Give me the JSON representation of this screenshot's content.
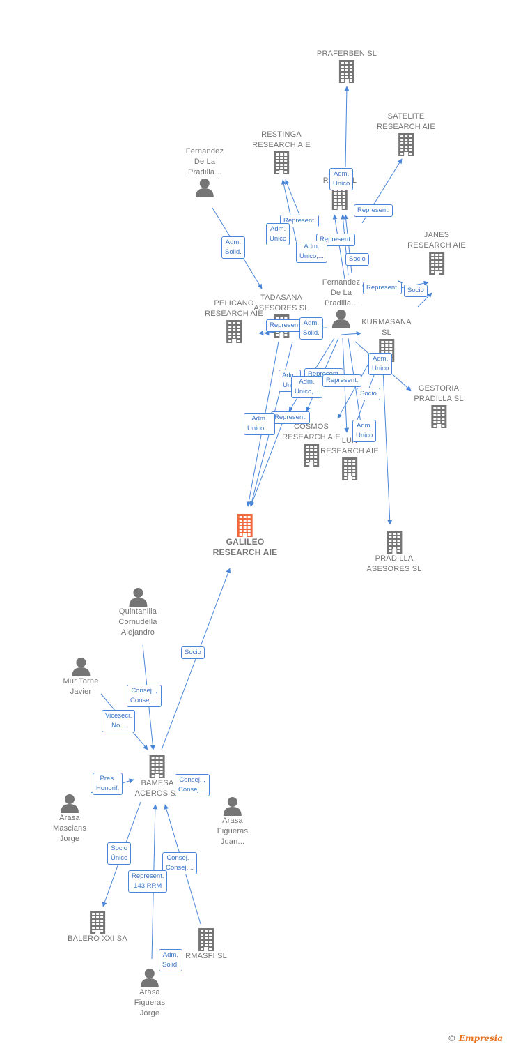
{
  "colors": {
    "edge": "#4a86d8",
    "icon": "#757575",
    "focus": "#f26a3c"
  },
  "nodes": [
    {
      "id": "praferben",
      "kind": "company",
      "label": "PRAFERBEN SL",
      "icon": "building-icon"
    },
    {
      "id": "satelite",
      "kind": "company",
      "label": "SATELITE\nRESEARCH AIE",
      "icon": "building-icon"
    },
    {
      "id": "restinga",
      "kind": "company",
      "label": "RESTINGA\nRESEARCH AIE",
      "icon": "building-icon"
    },
    {
      "id": "fernandez1",
      "kind": "person",
      "label": "Fernandez\nDe La\nPradilla...",
      "icon": "person-icon"
    },
    {
      "id": "rese_srl",
      "kind": "company",
      "label": "RESE     RL",
      "icon": "building-icon"
    },
    {
      "id": "janes",
      "kind": "company",
      "label": "JANES\nRESEARCH AIE",
      "icon": "building-icon"
    },
    {
      "id": "pelicano",
      "kind": "company",
      "label": "PELICANO\nRESEARCH AIE",
      "icon": "building-icon"
    },
    {
      "id": "tadasana",
      "kind": "company",
      "label": "TADASANA\nASESORES  SL",
      "icon": "building-icon"
    },
    {
      "id": "fernandez2",
      "kind": "person",
      "label": "Fernandez\nDe La\nPradilla...",
      "icon": "person-icon"
    },
    {
      "id": "kurmasana",
      "kind": "company",
      "label": "KURMASANA\nSL",
      "icon": "building-icon"
    },
    {
      "id": "gestoria",
      "kind": "company",
      "label": "GESTORIA\nPRADILLA SL",
      "icon": "building-icon"
    },
    {
      "id": "cosmos",
      "kind": "company",
      "label": "COSMOS\nRESEARCH AIE",
      "icon": "building-icon"
    },
    {
      "id": "luna",
      "kind": "company",
      "label": "LUN\nRESEARCH AIE",
      "icon": "building-icon"
    },
    {
      "id": "pradilla",
      "kind": "company",
      "label": "PRADILLA\nASESORES SL",
      "icon": "building-icon"
    },
    {
      "id": "galileo",
      "kind": "main",
      "label": "GALILEO\nRESEARCH AIE",
      "icon": "building-icon"
    },
    {
      "id": "quintanilla",
      "kind": "person",
      "label": "Quintanilla\nCornudella\nAlejandro",
      "icon": "person-icon"
    },
    {
      "id": "mur",
      "kind": "person",
      "label": "Mur Torne\nJavier",
      "icon": "person-icon"
    },
    {
      "id": "bamesa",
      "kind": "company",
      "label": "BAMESA\nACEROS SL",
      "icon": "building-icon"
    },
    {
      "id": "arasa_m",
      "kind": "person",
      "label": "Arasa\nMasclans\nJorge",
      "icon": "person-icon"
    },
    {
      "id": "arasa_f_juan",
      "kind": "person",
      "label": "Arasa\nFigueras\nJuan...",
      "icon": "person-icon"
    },
    {
      "id": "balero",
      "kind": "company",
      "label": "BALERO XXI SA",
      "icon": "building-icon"
    },
    {
      "id": "armasfi",
      "kind": "company",
      "label": "RMASFI SL",
      "icon": "building-icon"
    },
    {
      "id": "arasa_f_jorge",
      "kind": "person",
      "label": "Arasa\nFigueras\nJorge",
      "icon": "person-icon"
    }
  ],
  "badges": [
    {
      "id": "b1",
      "text": "Adm.\nUnico"
    },
    {
      "id": "b2",
      "text": "Represent."
    },
    {
      "id": "b3",
      "text": "Adm.\nSolid."
    },
    {
      "id": "b4",
      "text": "Represent."
    },
    {
      "id": "b5",
      "text": "Adm.\nUnico"
    },
    {
      "id": "b6",
      "text": "Represent."
    },
    {
      "id": "b7",
      "text": "Adm.\nUnico,..."
    },
    {
      "id": "b8",
      "text": "Socio"
    },
    {
      "id": "b9",
      "text": "Represent."
    },
    {
      "id": "b10",
      "text": "Socio"
    },
    {
      "id": "b11",
      "text": "Represent."
    },
    {
      "id": "b12",
      "text": "Adm.\nSolid."
    },
    {
      "id": "b13",
      "text": "Adm.\nUnico"
    },
    {
      "id": "b14",
      "text": "Adm.\nUn..."
    },
    {
      "id": "b15",
      "text": "Represent."
    },
    {
      "id": "b16",
      "text": "Adm.\nUnico,..."
    },
    {
      "id": "b17",
      "text": "Represent."
    },
    {
      "id": "b18",
      "text": "Socio"
    },
    {
      "id": "b19",
      "text": "Represent."
    },
    {
      "id": "b20",
      "text": "Adm.\nUnico,..."
    },
    {
      "id": "b21",
      "text": "Adm.\nUnico"
    },
    {
      "id": "b22",
      "text": "Socio"
    },
    {
      "id": "b23",
      "text": "Consej. ,\nConsej...."
    },
    {
      "id": "b24",
      "text": "Vicesecr.\nNo..."
    },
    {
      "id": "b25",
      "text": "Pres.\nHonorif."
    },
    {
      "id": "b26",
      "text": "Consej. ,\nConsej...."
    },
    {
      "id": "b27",
      "text": "Socio\nÚnico"
    },
    {
      "id": "b28",
      "text": "Consej. ,\nConsej...."
    },
    {
      "id": "b29",
      "text": "Represent.\n143 RRM"
    },
    {
      "id": "b30",
      "text": "Adm.\nSolid."
    }
  ],
  "footer": {
    "symbol": "©",
    "brand": "Empresia"
  }
}
